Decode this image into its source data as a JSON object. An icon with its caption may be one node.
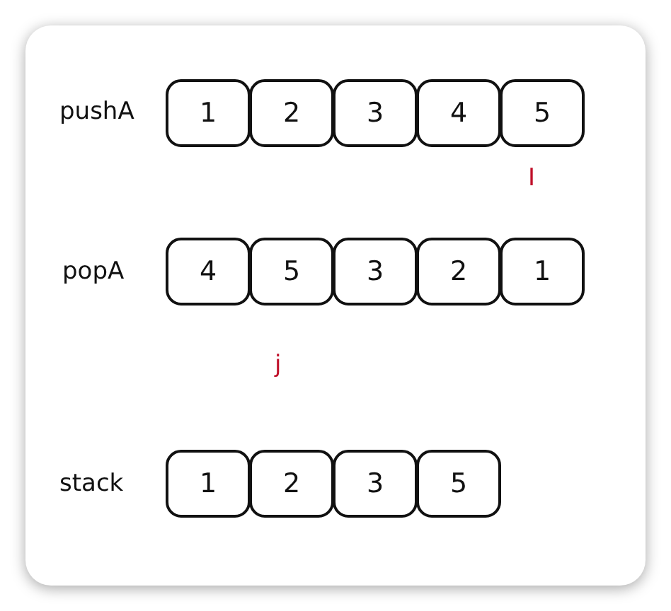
{
  "diagram": {
    "nodes": [
      {
        "text": [
          "1"
        ]
      },
      {
        "text": [
          "2"
        ]
      },
      {
        "text": [
          "3"
        ]
      },
      {
        "text": [
          "4"
        ]
      },
      {
        "text": [
          "5"
        ]
      },
      {
        "text": [
          "4"
        ]
      },
      {
        "text": [
          "5"
        ]
      },
      {
        "text": [
          "3"
        ]
      },
      {
        "text": [
          "2"
        ]
      },
      {
        "text": [
          "1"
        ]
      },
      {
        "text": [
          "1"
        ]
      },
      {
        "text": [
          "2"
        ]
      },
      {
        "text": [
          "3"
        ]
      },
      {
        "text": [
          "5"
        ]
      }
    ],
    "labels": [
      "pushA",
      "I",
      "popA",
      "j",
      "stack"
    ]
  }
}
